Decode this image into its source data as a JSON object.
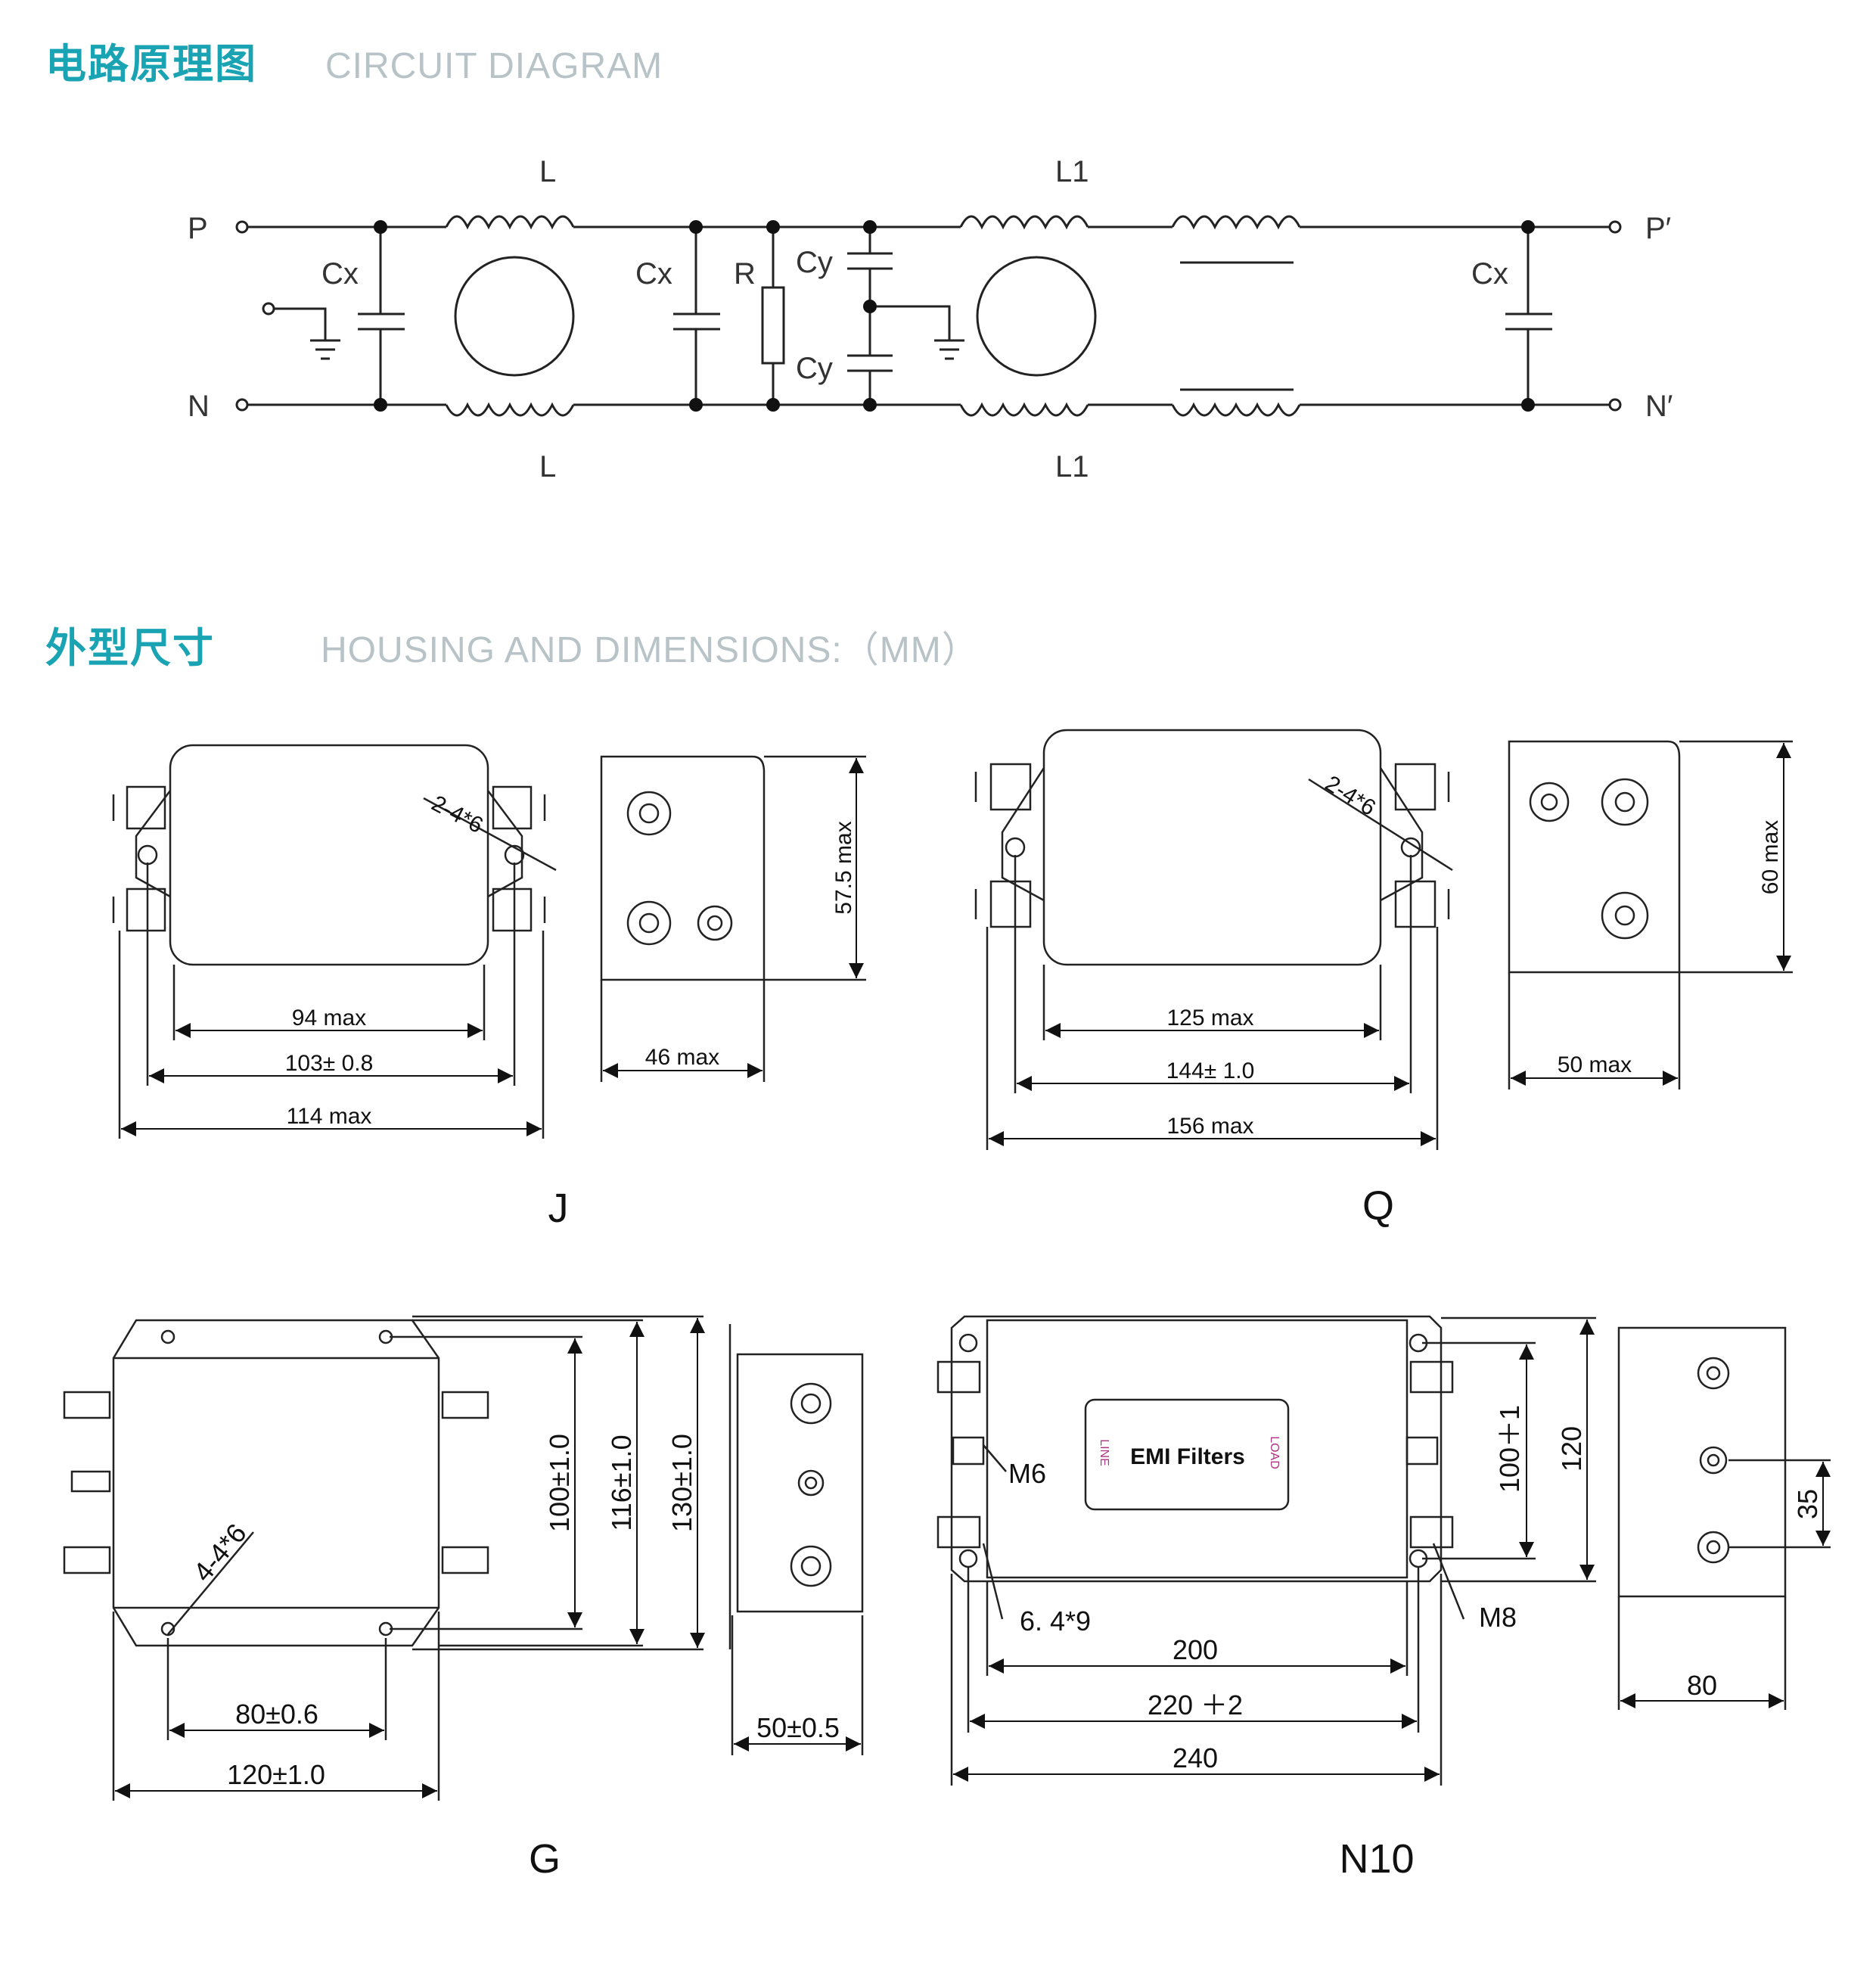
{
  "sections": {
    "circuit": {
      "title_cn": "电路原理图",
      "title_en": "CIRCUIT DIAGRAM"
    },
    "housing": {
      "title_cn": "外型尺寸",
      "title_en": "HOUSING AND DIMENSIONS:（MM）"
    }
  },
  "circuit": {
    "terminals": {
      "p_in": "P",
      "n_in": "N",
      "p_out": "P′",
      "n_out": "N′"
    },
    "labels": {
      "L_top": "L",
      "L_bottom": "L",
      "L1_top": "L1",
      "L1_bottom": "L1",
      "cx1": "Cx",
      "cx2": "Cx",
      "cx3": "Cx",
      "r": "R",
      "cy_top": "Cy",
      "cy_bottom": "Cy"
    }
  },
  "housings": {
    "J": {
      "model": "J",
      "hole": "2-4*6",
      "height": "57.5 max",
      "depth": "46 max",
      "dims": [
        "94 max",
        "103± 0.8",
        "114 max"
      ]
    },
    "Q": {
      "model": "Q",
      "hole": "2-4*6",
      "height": "60 max",
      "depth": "50 max",
      "dims": [
        "125 max",
        "144± 1.0",
        "156 max"
      ]
    },
    "G": {
      "model": "G",
      "hole": "4-4*6",
      "vdims": [
        "100±1.0",
        "116±1.0",
        "130±1.0"
      ],
      "dims": [
        "80±0.6",
        "120±1.0"
      ],
      "depth": "50±0.5"
    },
    "N10": {
      "model": "N10",
      "plate_title": "EMI Filters",
      "plate_left": "LINE",
      "plate_right": "LOAD",
      "m6": "M6",
      "m8": "M8",
      "hole": "6. 4*9",
      "vdims": [
        "100＋1",
        "120"
      ],
      "dims": [
        "200",
        "220 ＋2",
        "240"
      ],
      "side_dim": "35",
      "depth": "80"
    }
  }
}
